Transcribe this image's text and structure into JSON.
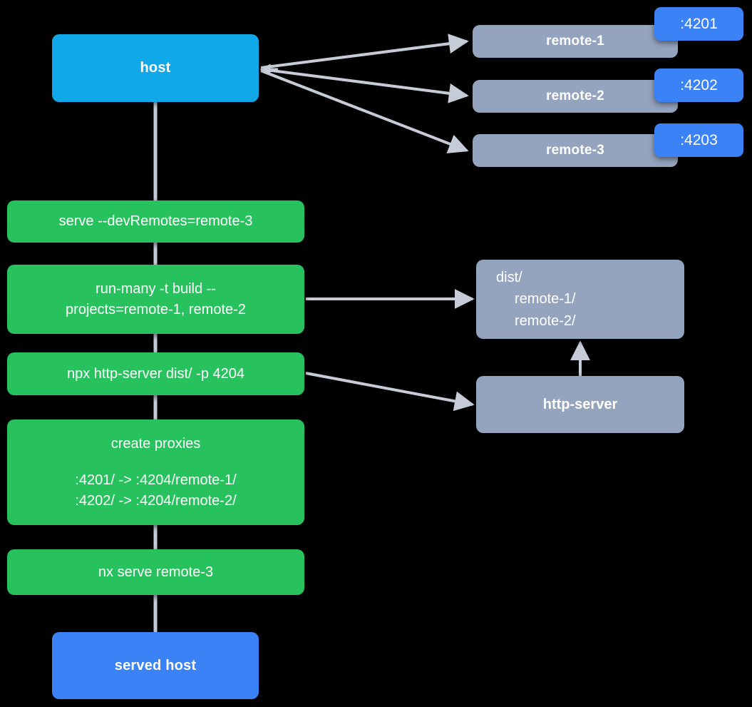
{
  "diagram": {
    "background_color": "#000000",
    "colors": {
      "host": "#10A8E8",
      "served_host": "#3B82F6",
      "remote": "#94A4BE",
      "command": "#27C25E",
      "badge": "#3B82F6",
      "edge": "#C5CCD8",
      "text": "#FFFFFF"
    },
    "nodes": {
      "host": {
        "label": "host"
      },
      "remote_1": {
        "label": "remote-1",
        "port_badge": ":4201"
      },
      "remote_2": {
        "label": "remote-2",
        "port_badge": ":4202"
      },
      "remote_3": {
        "label": "remote-3",
        "port_badge": ":4203"
      },
      "cmd_serve": {
        "label": "serve --devRemotes=remote-3"
      },
      "cmd_run_many": {
        "line_1": "run-many -t build --",
        "line_2": "projects=remote-1, remote-2"
      },
      "cmd_npx": {
        "label": "npx http-server dist/ -p 4204"
      },
      "cmd_proxies": {
        "title": "create proxies",
        "line_1": ":4201/ -> :4204/remote-1/",
        "line_2": ":4202/ -> :4204/remote-2/"
      },
      "cmd_nx_serve": {
        "label": "nx serve remote-3"
      },
      "dist": {
        "line_1": "dist/",
        "line_2": "remote-1/",
        "line_3": "remote-2/"
      },
      "http_server": {
        "label": "http-server"
      },
      "served_host": {
        "label": "served host"
      }
    },
    "edges": [
      {
        "name": "host-to-remote-1",
        "from": "host",
        "to": "remote-1"
      },
      {
        "name": "host-to-remote-2",
        "from": "host",
        "to": "remote-2"
      },
      {
        "name": "host-to-remote-3",
        "from": "host",
        "to": "remote-3"
      },
      {
        "name": "host-to-cmd-serve",
        "from": "host",
        "to": "cmd_serve"
      },
      {
        "name": "cmd-serve-to-cmd-run-many",
        "from": "cmd_serve",
        "to": "cmd_run_many"
      },
      {
        "name": "cmd-run-many-to-dist",
        "from": "cmd_run_many",
        "to": "dist"
      },
      {
        "name": "cmd-run-many-to-cmd-npx",
        "from": "cmd_run_many",
        "to": "cmd_npx"
      },
      {
        "name": "cmd-npx-to-http-server",
        "from": "cmd_npx",
        "to": "http_server"
      },
      {
        "name": "http-server-to-dist",
        "from": "http_server",
        "to": "dist"
      },
      {
        "name": "cmd-npx-to-cmd-proxies",
        "from": "cmd_npx",
        "to": "cmd_proxies"
      },
      {
        "name": "cmd-proxies-to-cmd-nx-serve",
        "from": "cmd_proxies",
        "to": "cmd_nx_serve"
      },
      {
        "name": "cmd-nx-serve-to-served-host",
        "from": "cmd_nx_serve",
        "to": "served_host"
      }
    ]
  }
}
